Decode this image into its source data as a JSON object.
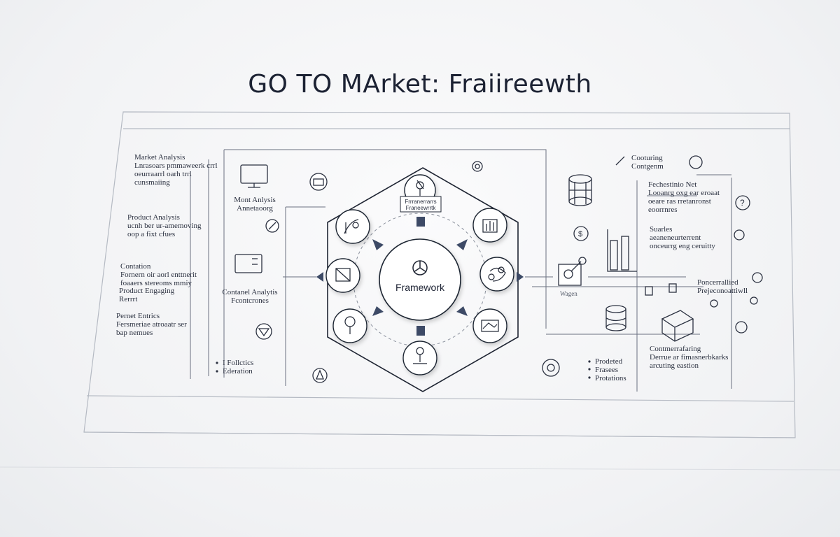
{
  "title": "GO TO MArket:  Fraiireewth",
  "center": {
    "label": "Framework"
  },
  "top_node": {
    "line1": "Frrranerrarrs",
    "line2": "Franeewrrtk"
  },
  "left_column": {
    "market_analysis": {
      "heading": "Market Analysis",
      "lines": [
        "Lnrasoars pmmaweerk crrl",
        "oeurraarrl oarh trrl",
        "cunsmaiing"
      ]
    },
    "product_analysis": {
      "heading": "Product Analysis",
      "lines": [
        "ucnh ber ur-amemoving",
        "oop a fixt cfues"
      ]
    },
    "contation": {
      "heading": "Contation",
      "lines": [
        "Fornern oir aorl enttnerit",
        "foaaers stereoms mmiy"
      ]
    },
    "product_engaging": {
      "heading": "Product Engaging",
      "lines": [
        "Rerrrt"
      ]
    },
    "pernet_entrics": {
      "heading": "Pernet Entrics",
      "lines": [
        "Fersmeriae atroaatr ser",
        "bap nemues"
      ]
    }
  },
  "mid_left": {
    "mont_analysis": {
      "heading": "Mont Anlysis",
      "sub": "Annetaoorg"
    },
    "content_analysis": {
      "heading": "Contanel Analytis",
      "sub": "Fcontcrones"
    },
    "bullets": [
      "I Follctics",
      "Ederation"
    ]
  },
  "right_side": {
    "coaching": {
      "line1": "Cooturing",
      "line2": "Contgenm"
    },
    "fechestinio": {
      "heading": "Fechestinio Net",
      "lines": [
        "Looanrg oxg ear eroaat",
        "oeare ras rretanronst",
        "eoorrnres"
      ]
    },
    "suarles": {
      "heading": "Suarles",
      "lines": [
        "aeaneneurterrent",
        "onceurrg eng ceruitty"
      ]
    },
    "wagon": "Wagen",
    "personalized": {
      "line1": "Poncerrallied",
      "line2": "Prejeconoattiwll"
    },
    "commercial": {
      "heading": "Contmerrafaring",
      "lines": [
        "Derrue ar fimasnerbkarks",
        "arcuting eastion"
      ]
    },
    "bullets": [
      "Prodeted",
      "Frasees",
      "Protations"
    ]
  },
  "icons": [
    "monitor-icon",
    "folder-icon",
    "pencil-icon",
    "analytics-board-icon",
    "shield-icon",
    "pen-icon",
    "target-icon",
    "database-grid-icon",
    "dollar-icon",
    "chart-bars-icon",
    "magnifier-icon",
    "database-icon",
    "box-icon",
    "question-icon",
    "settings-icon",
    "badge-icon",
    "gear-icon",
    "user-icon",
    "document-icon"
  ],
  "colors": {
    "line": "#3a4050",
    "accent": "#3d4a66",
    "panel": "#f7f8f9"
  }
}
